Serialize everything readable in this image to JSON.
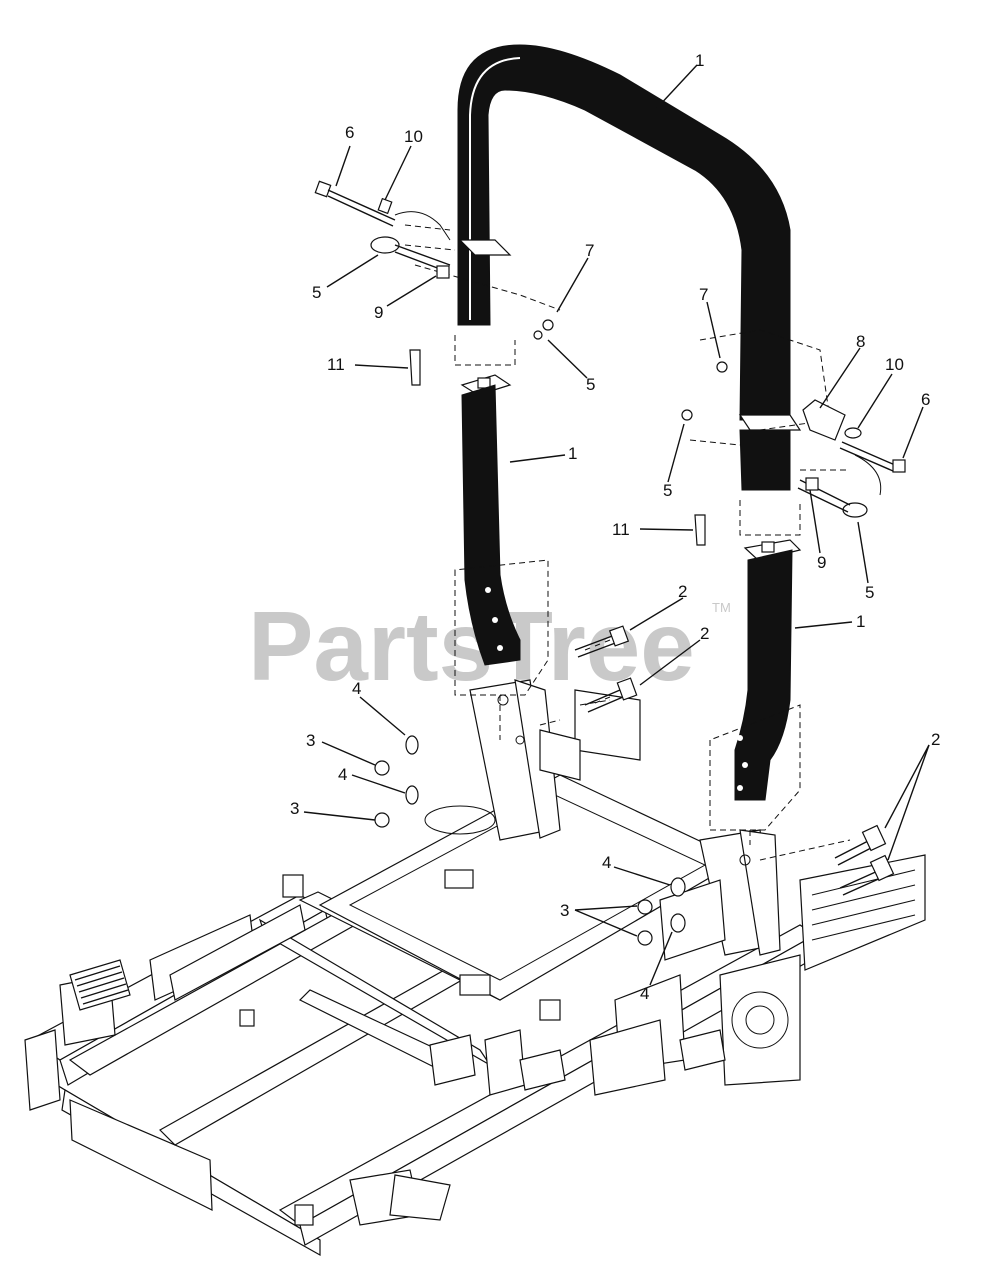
{
  "watermark": {
    "text": "PartsTree",
    "trademark": "TM"
  },
  "callouts": [
    {
      "label": "1"
    },
    {
      "label": "1"
    },
    {
      "label": "1"
    },
    {
      "label": "2"
    },
    {
      "label": "2"
    },
    {
      "label": "2"
    },
    {
      "label": "3"
    },
    {
      "label": "3"
    },
    {
      "label": "3"
    },
    {
      "label": "4"
    },
    {
      "label": "4"
    },
    {
      "label": "4"
    },
    {
      "label": "4"
    },
    {
      "label": "5"
    },
    {
      "label": "5"
    },
    {
      "label": "5"
    },
    {
      "label": "5"
    },
    {
      "label": "6"
    },
    {
      "label": "6"
    },
    {
      "label": "7"
    },
    {
      "label": "7"
    },
    {
      "label": "8"
    },
    {
      "label": "9"
    },
    {
      "label": "9"
    },
    {
      "label": "10"
    },
    {
      "label": "10"
    },
    {
      "label": "11"
    },
    {
      "label": "11"
    }
  ]
}
